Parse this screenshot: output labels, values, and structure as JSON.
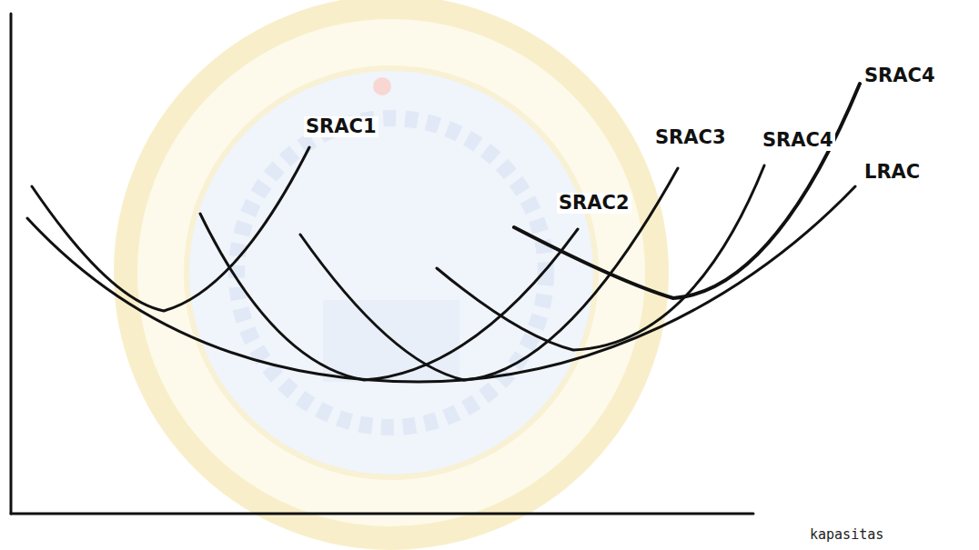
{
  "diagram": {
    "labels": [
      "SRAC1",
      "SRAC2",
      "SRAC3",
      "SRAC4",
      "SRAC4",
      "LRAC",
      "kapasitas"
    ]
  }
}
